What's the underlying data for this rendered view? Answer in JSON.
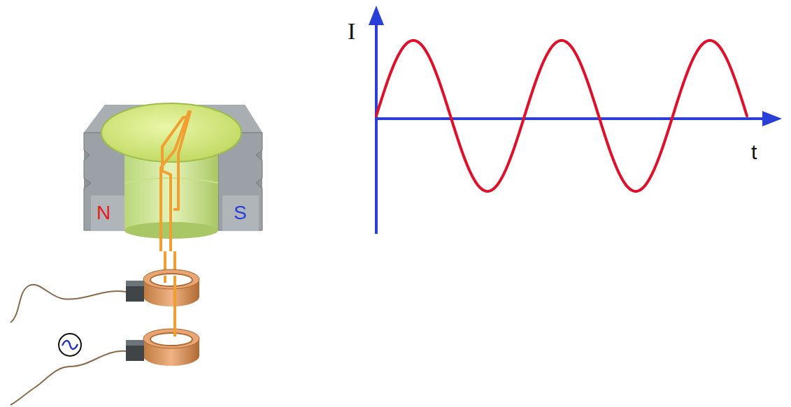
{
  "diagram": {
    "labels": [
      "N",
      "S",
      "I",
      "t"
    ]
  }
}
